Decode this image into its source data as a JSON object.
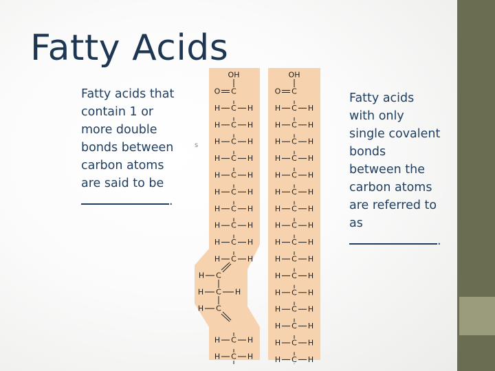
{
  "slide": {
    "title": "Fatty Acids",
    "left_lines": [
      "Fatty acids that",
      "contain 1 or",
      "more double",
      "bonds between",
      "carbon atoms",
      "are said to be"
    ],
    "left_end": ".",
    "right_lines": [
      "Fatty acids",
      "with only",
      "single covalent",
      "bonds",
      "between the",
      "carbon atoms",
      "are referred to",
      "as"
    ],
    "right_end": ".",
    "stray_mark": "s"
  },
  "figure": {
    "unsaturated_label": "unsaturated-fatty-acid-structure",
    "saturated_label": "saturated-fatty-acid-structure",
    "atoms": {
      "hydroxyl": "OH",
      "oxygen": "O",
      "carbon": "C",
      "hydrogen": "H"
    },
    "unsaturated_straight_ch2_units": 10,
    "saturated_ch2_units": 16,
    "colors": {
      "panel": "#f6d3ae",
      "atom": "#1a1a1a",
      "slide_text": "#1e3d5e",
      "sidebar": "#6a6d51"
    }
  }
}
